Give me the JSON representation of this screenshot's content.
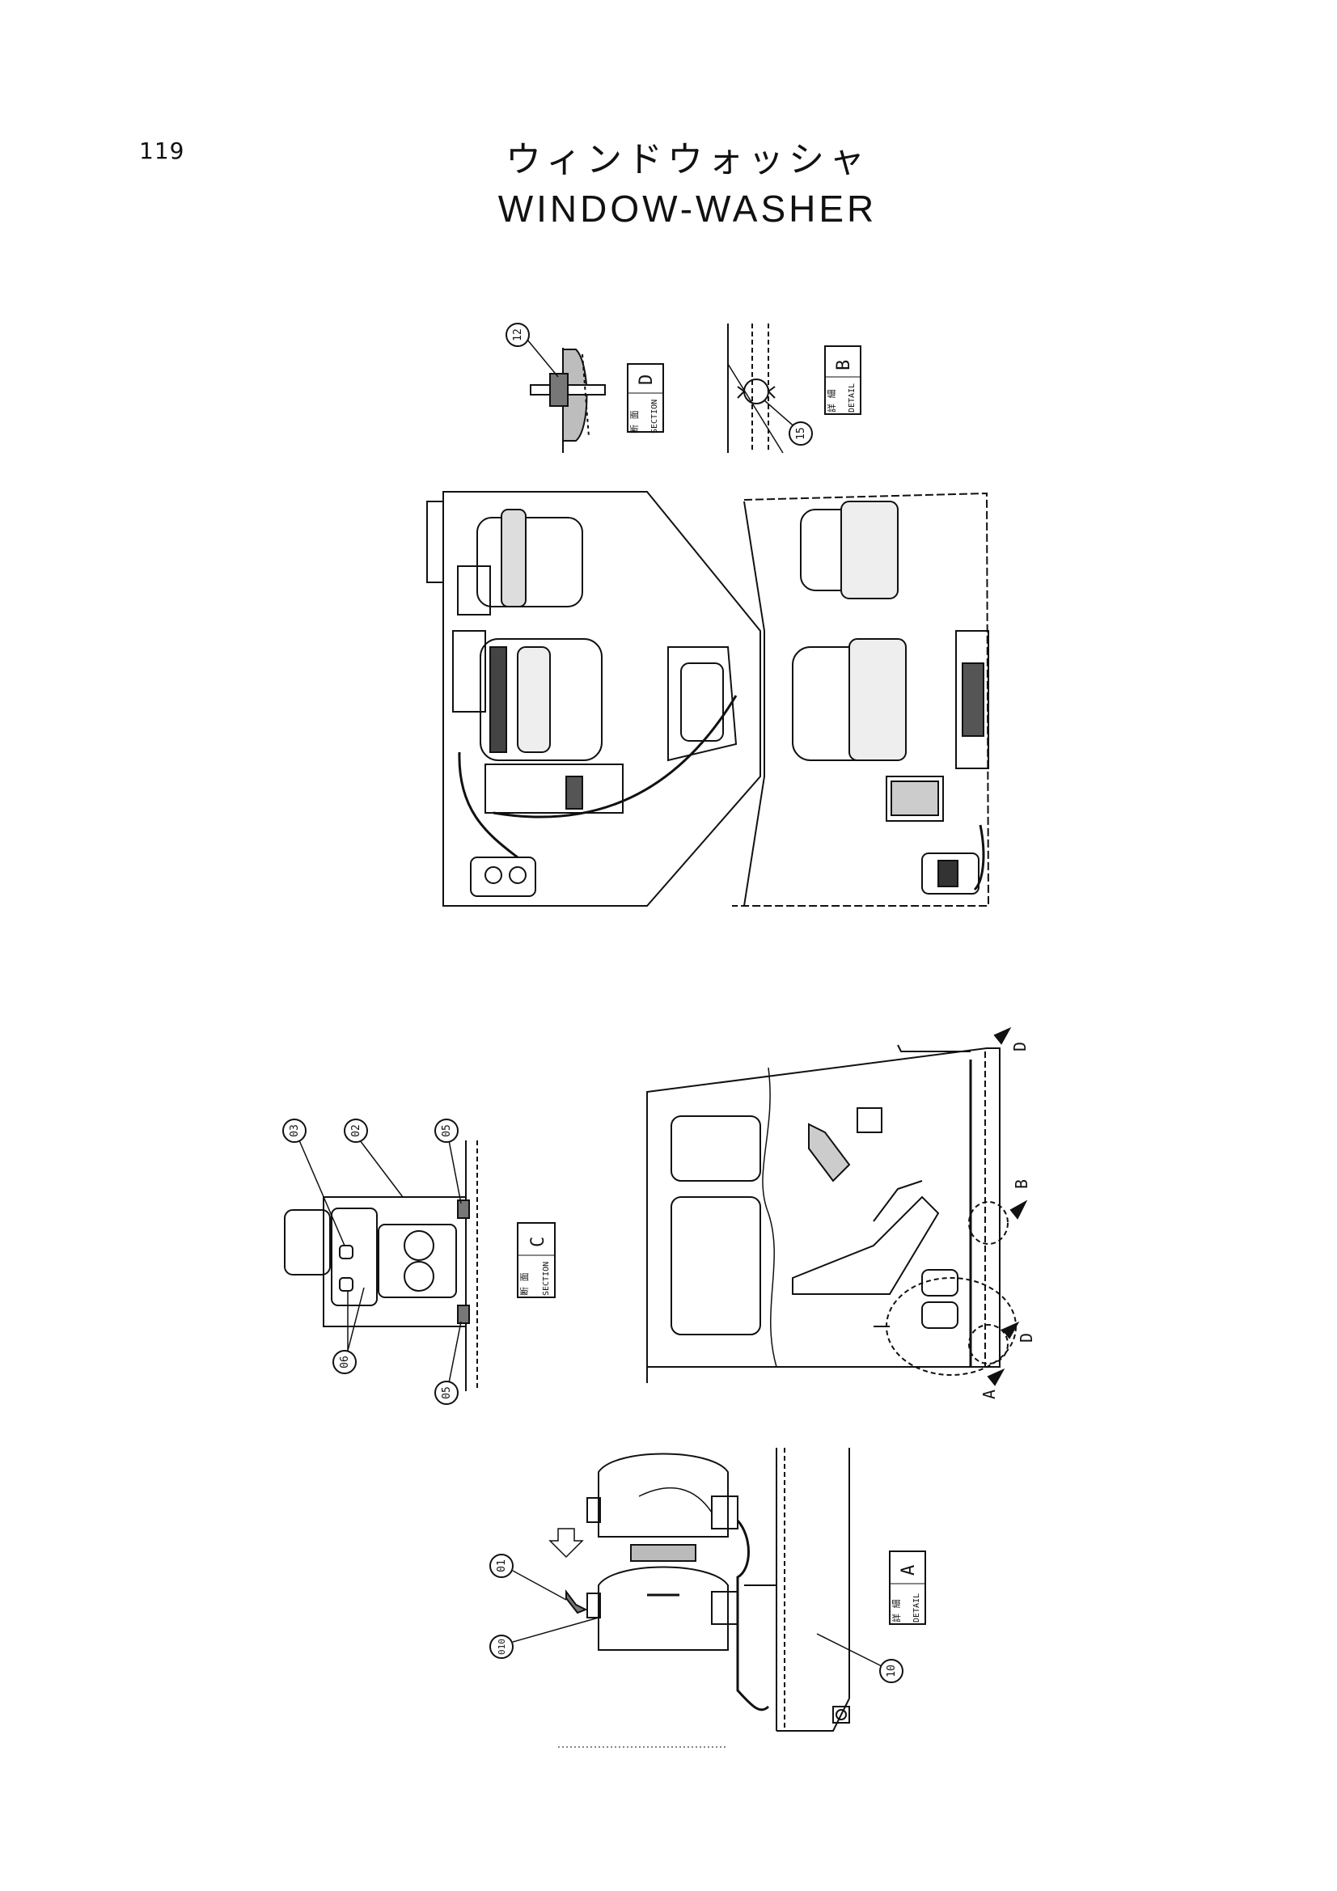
{
  "page": {
    "number": "119"
  },
  "title": {
    "jp": "ウィンドウォッシャ",
    "en": "WINDOW-WASHER"
  },
  "views": {
    "section_d": {
      "kanji": "断 面",
      "word": "SECTION",
      "letter": "D"
    },
    "detail_b": {
      "kanji": "詳 細",
      "word": "DETAIL",
      "letter": "B"
    },
    "section_c": {
      "kanji": "断 面",
      "word": "SECTION",
      "letter": "C"
    },
    "detail_a": {
      "kanji": "詳 細",
      "word": "DETAIL",
      "letter": "A"
    }
  },
  "callouts": {
    "c12": "12",
    "c15": "15",
    "c03": "03",
    "c02": "02",
    "c05a": "05",
    "c06": "06",
    "c05b": "05",
    "c01": "01",
    "c010": "010",
    "c10": "10"
  },
  "markers": {
    "d_top": "D",
    "b_side": "B",
    "d_bottom": "D",
    "a_bottom": "A"
  }
}
